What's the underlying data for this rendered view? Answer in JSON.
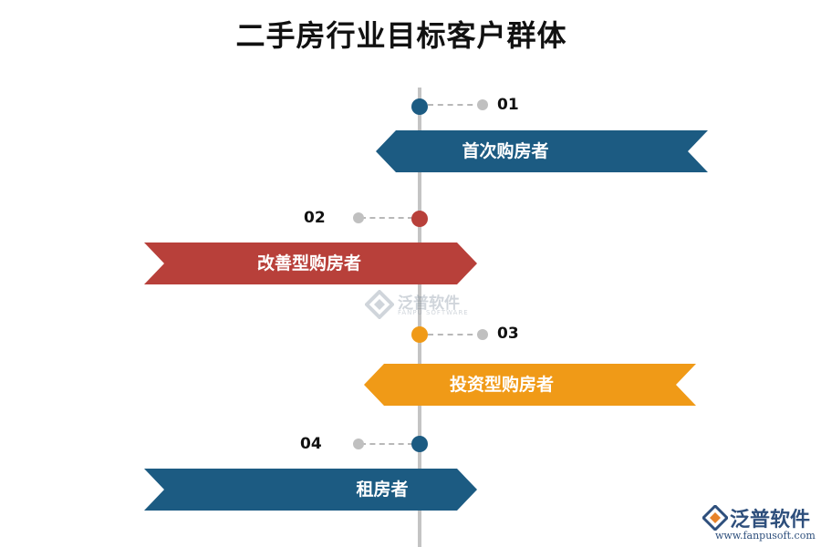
{
  "title": "二手房行业目标客户群体",
  "colors": {
    "blue": "#1c5b82",
    "red": "#b8403a",
    "orange": "#f09a17",
    "line": "#c4c4c4",
    "dot_grey": "#c0c0c0"
  },
  "items": [
    {
      "number": "01",
      "label": "首次购房者",
      "color": "blue"
    },
    {
      "number": "02",
      "label": "改善型购房者",
      "color": "red"
    },
    {
      "number": "03",
      "label": "投资型购房者",
      "color": "orange"
    },
    {
      "number": "04",
      "label": "租房者",
      "color": "blue"
    }
  ],
  "watermark": {
    "name": "泛普软件",
    "sub": "FANPU SOFTWARE"
  },
  "logo": {
    "name": "泛普软件",
    "url": "www.fanpusoft.com"
  }
}
